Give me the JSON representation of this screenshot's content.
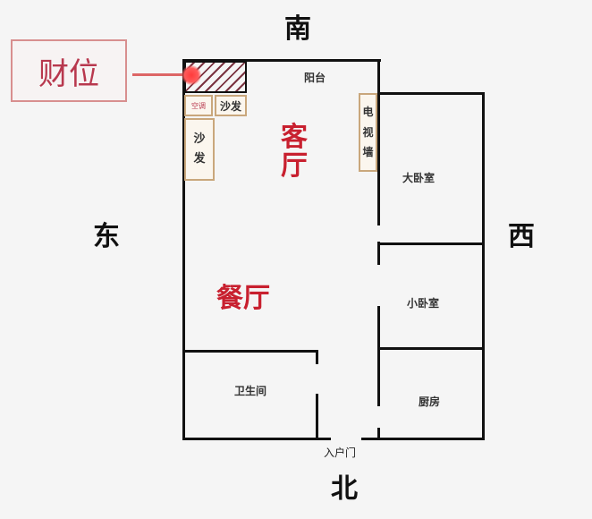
{
  "directions": {
    "south": "南",
    "north": "北",
    "east": "东",
    "west": "西"
  },
  "callout": {
    "label": "财位",
    "color": "#b8384e"
  },
  "rooms": {
    "balcony": "阳台",
    "living_room": "客厅",
    "dining_room": "餐厅",
    "master_bedroom": "大卧室",
    "small_bedroom": "小卧室",
    "bathroom": "卫生间",
    "kitchen": "厨房",
    "entrance": "入户门"
  },
  "furniture": {
    "air_conditioner": "空调",
    "sofa_horizontal": "沙发",
    "sofa_vertical_1": "沙",
    "sofa_vertical_2": "发",
    "tv_wall_1": "电",
    "tv_wall_2": "视",
    "tv_wall_3": "墙"
  },
  "colors": {
    "accent_red": "#c8202f",
    "wall": "#111111",
    "furniture_border": "#c9a77c"
  }
}
